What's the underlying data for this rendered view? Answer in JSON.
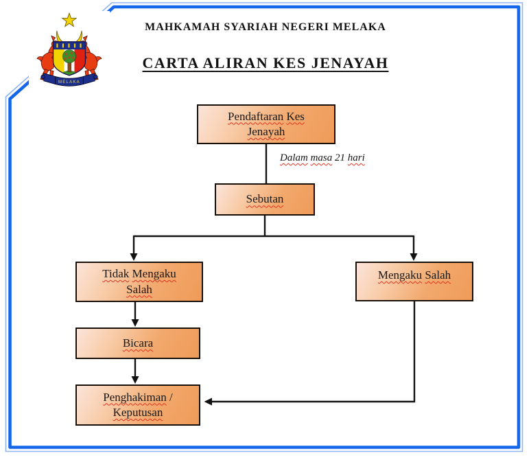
{
  "header": {
    "org_name": "MAHKAMAH SYARIAH NEGERI MELAKA",
    "title": "CARTA ALIRAN KES JENAYAH",
    "crest_banner_text": "MELAKA"
  },
  "flowchart": {
    "nodes": {
      "pendaftaran": "Pendaftaran Kes Jenayah",
      "sebutan": "Sebutan",
      "tidak_mengaku": "Tidak Mengaku Salah",
      "mengaku": "Mengaku Salah",
      "bicara": "Bicara",
      "penghakiman": "Penghakiman / Keputusan"
    },
    "edge_label": "Dalam masa 21 hari"
  },
  "colors": {
    "frame_blue": "#1467e8",
    "frame_blue_light": "#8eb4f2",
    "box_orange": "#ef9b58",
    "box_light": "#fbe4da",
    "box_border": "#181008",
    "squiggle_red": "#e0321e"
  }
}
